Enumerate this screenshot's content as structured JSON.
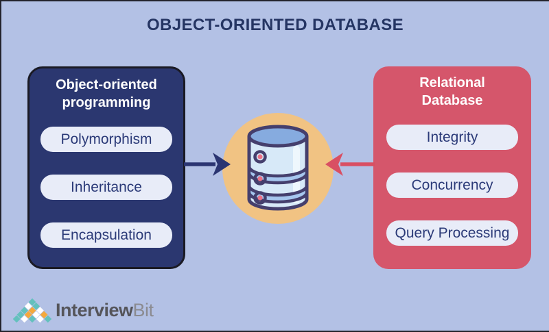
{
  "title": "OBJECT-ORIENTED DATABASE",
  "left_box": {
    "title": "Object-oriented\nprogramming",
    "items": [
      "Polymorphism",
      "Inheritance",
      "Encapsulation"
    ]
  },
  "right_box": {
    "title": "Relational\nDatabase",
    "items": [
      "Integrity",
      "Concurrency",
      "Query Processing"
    ]
  },
  "center": {
    "icon": "database-icon"
  },
  "logo": {
    "name_bold": "Interview",
    "name_light": "Bit"
  },
  "colors": {
    "background": "#b3c1e5",
    "canvas_border": "#23232c",
    "navy_box": "#2b3770",
    "navy_box_border": "#1a1a24",
    "red_box": "#d5566b",
    "pill_bg": "#e8ecf8",
    "pill_text": "#2b3a78",
    "title_text": "#253563",
    "circle_bg": "#f1c383",
    "arrow_navy": "#2b3572",
    "arrow_red": "#d94f63",
    "db_outline": "#453f6d",
    "db_top": "#86abdf",
    "db_body": "#d7e9f8",
    "db_band": "#a6c6ee",
    "db_dot_center": "#ec7287",
    "logo_teal": "#63c1bd",
    "logo_orange": "#f4a93c",
    "logo_white": "#ffffff"
  }
}
